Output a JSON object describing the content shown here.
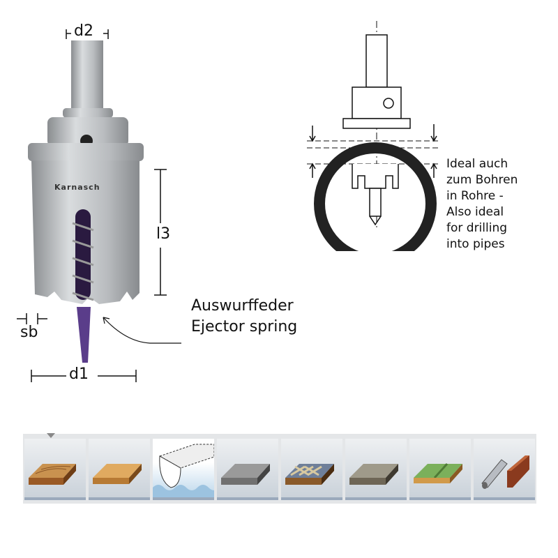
{
  "drill": {
    "brand": "Karnasch",
    "labels": {
      "d2": "d2",
      "l3": "l3",
      "sb": "sb",
      "d1": "d1"
    },
    "spring_label_de": "Auswurffeder",
    "spring_label_en": "Ejector spring"
  },
  "pipe_note": {
    "lines": [
      "Ideal auch",
      "zum Bohren",
      "in Rohre -",
      "Also ideal",
      "for drilling",
      "into pipes"
    ]
  },
  "materials": {
    "selected_index": 2,
    "items": [
      {
        "name": "wood-solid"
      },
      {
        "name": "wood-panel"
      },
      {
        "name": "plasterboard"
      },
      {
        "name": "concrete"
      },
      {
        "name": "composite"
      },
      {
        "name": "stone"
      },
      {
        "name": "laminate"
      },
      {
        "name": "pipes"
      }
    ]
  }
}
